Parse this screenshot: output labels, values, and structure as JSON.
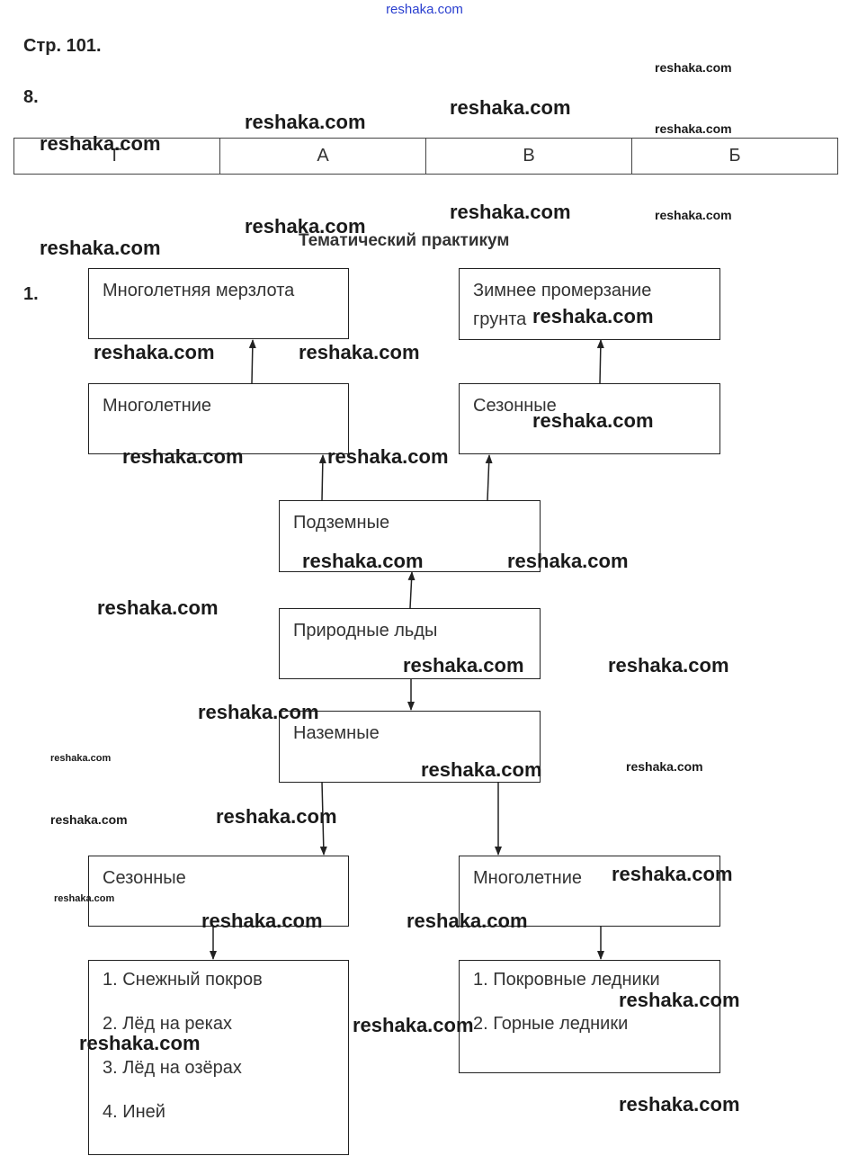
{
  "header": {
    "site_link": "reshaka.com"
  },
  "page_title": "Стр. 101.",
  "task8": {
    "number": "8.",
    "answers": [
      "Г",
      "А",
      "В",
      "Б"
    ]
  },
  "practicum": {
    "title": "Тематический практикум",
    "task_number": "1.",
    "diagram": {
      "nodes": {
        "permafrost": "Многолетняя мерзлота",
        "winter_freezing": "Зимнее промерзание грунта",
        "perennial_underground": "Многолетние",
        "seasonal_underground": "Сезонные",
        "underground": "Подземные",
        "natural_ice": "Природные льды",
        "surface": "Наземные",
        "seasonal_surface": "Сезонные",
        "perennial_surface": "Многолетние"
      },
      "seasonal_list": [
        "1. Снежный покров",
        "2. Лёд на реках",
        "3. Лёд на озёрах",
        "4. Иней"
      ],
      "perennial_list": [
        "1. Покровные ледники",
        "2. Горные ледники"
      ]
    }
  },
  "watermark": "reshaka.com"
}
